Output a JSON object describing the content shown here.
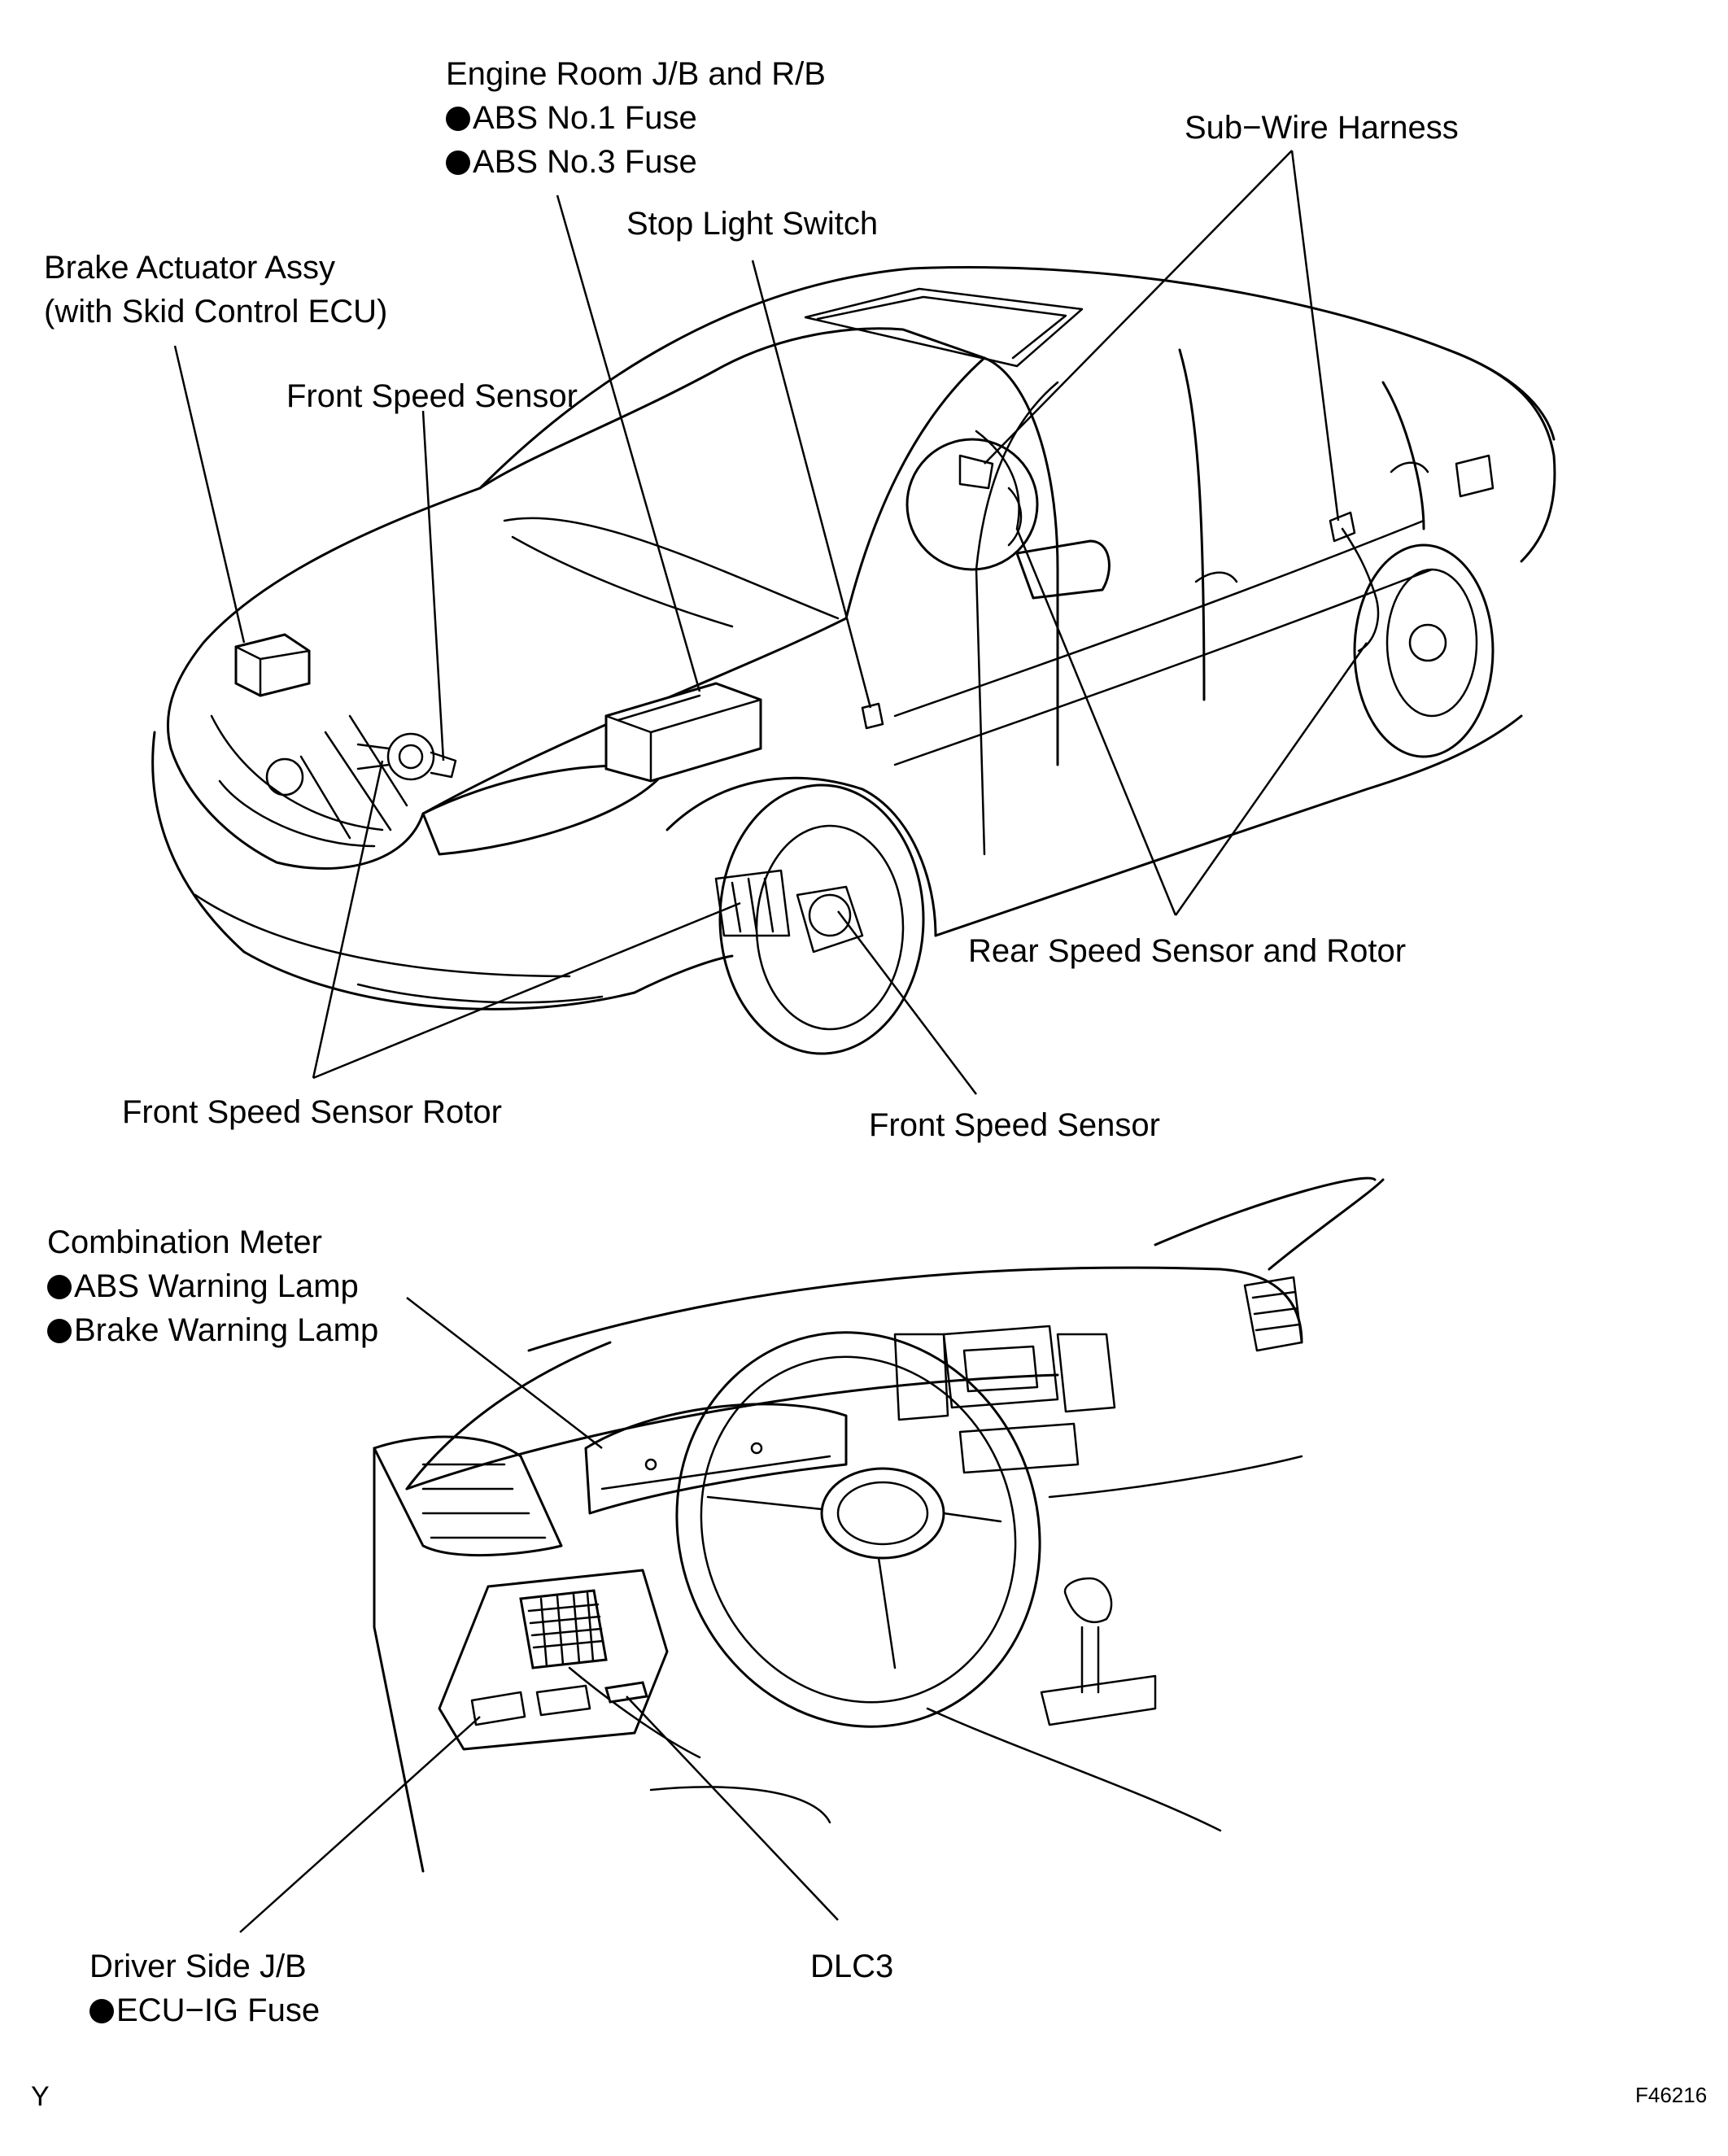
{
  "labels": {
    "engine_room_jb": {
      "title": "Engine Room J/B and R/B",
      "items": [
        "ABS No.1 Fuse",
        "ABS No.3 Fuse"
      ]
    },
    "sub_wire_harness": "Sub−Wire Harness",
    "stop_light_switch": "Stop Light Switch",
    "brake_actuator": {
      "line1": "Brake Actuator Assy",
      "line2": "(with Skid Control ECU)"
    },
    "front_speed_sensor_top": "Front Speed Sensor",
    "rear_speed_sensor": "Rear Speed Sensor and Rotor",
    "front_speed_sensor_rotor": "Front Speed Sensor Rotor",
    "front_speed_sensor_bottom": "Front Speed Sensor",
    "combination_meter": {
      "title": "Combination Meter",
      "items": [
        "ABS Warning Lamp",
        "Brake Warning Lamp"
      ]
    },
    "driver_side_jb": {
      "title": "Driver Side J/B",
      "items": [
        "ECU−IG Fuse"
      ]
    },
    "dlc3": "DLC3"
  },
  "footer": {
    "left_code": "Y",
    "figure_id": "F46216"
  },
  "icons": [
    "bullet-dot-icon"
  ]
}
